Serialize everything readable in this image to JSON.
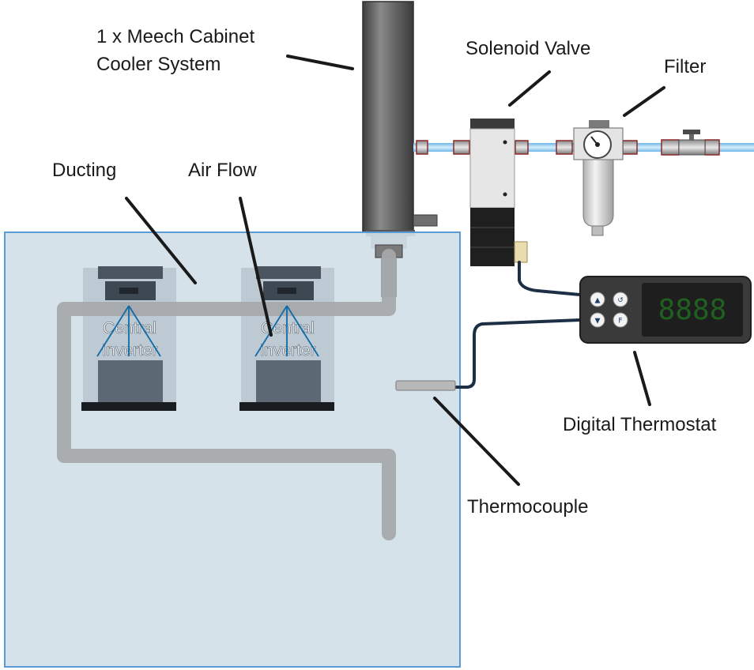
{
  "labels": {
    "cooler_line1": "1 x Meech Cabinet",
    "cooler_line2": "Cooler System",
    "solenoid": "Solenoid Valve",
    "filter": "Filter",
    "ducting": "Ducting",
    "airflow": "Air Flow",
    "thermostat": "Digital Thermostat",
    "thermocouple": "Thermocouple"
  },
  "inverters": [
    {
      "line1": "Central",
      "line2": "Inverter"
    },
    {
      "line1": "Central",
      "line2": "Inverter"
    }
  ],
  "thermostat_display": {
    "digits": "8888",
    "buttons": [
      "up",
      "power",
      "down",
      "function"
    ],
    "button_glyphs": [
      "▲",
      "↺",
      "▼",
      "F"
    ]
  },
  "colors": {
    "cabinet_fill": "#d3e0e8",
    "cabinet_border": "#5b9bd5",
    "duct": "#a6a8aa",
    "air_line": "#0f6aa8",
    "display_text": "#1f5f1f",
    "thermostat_body": "#3a3a3a"
  }
}
